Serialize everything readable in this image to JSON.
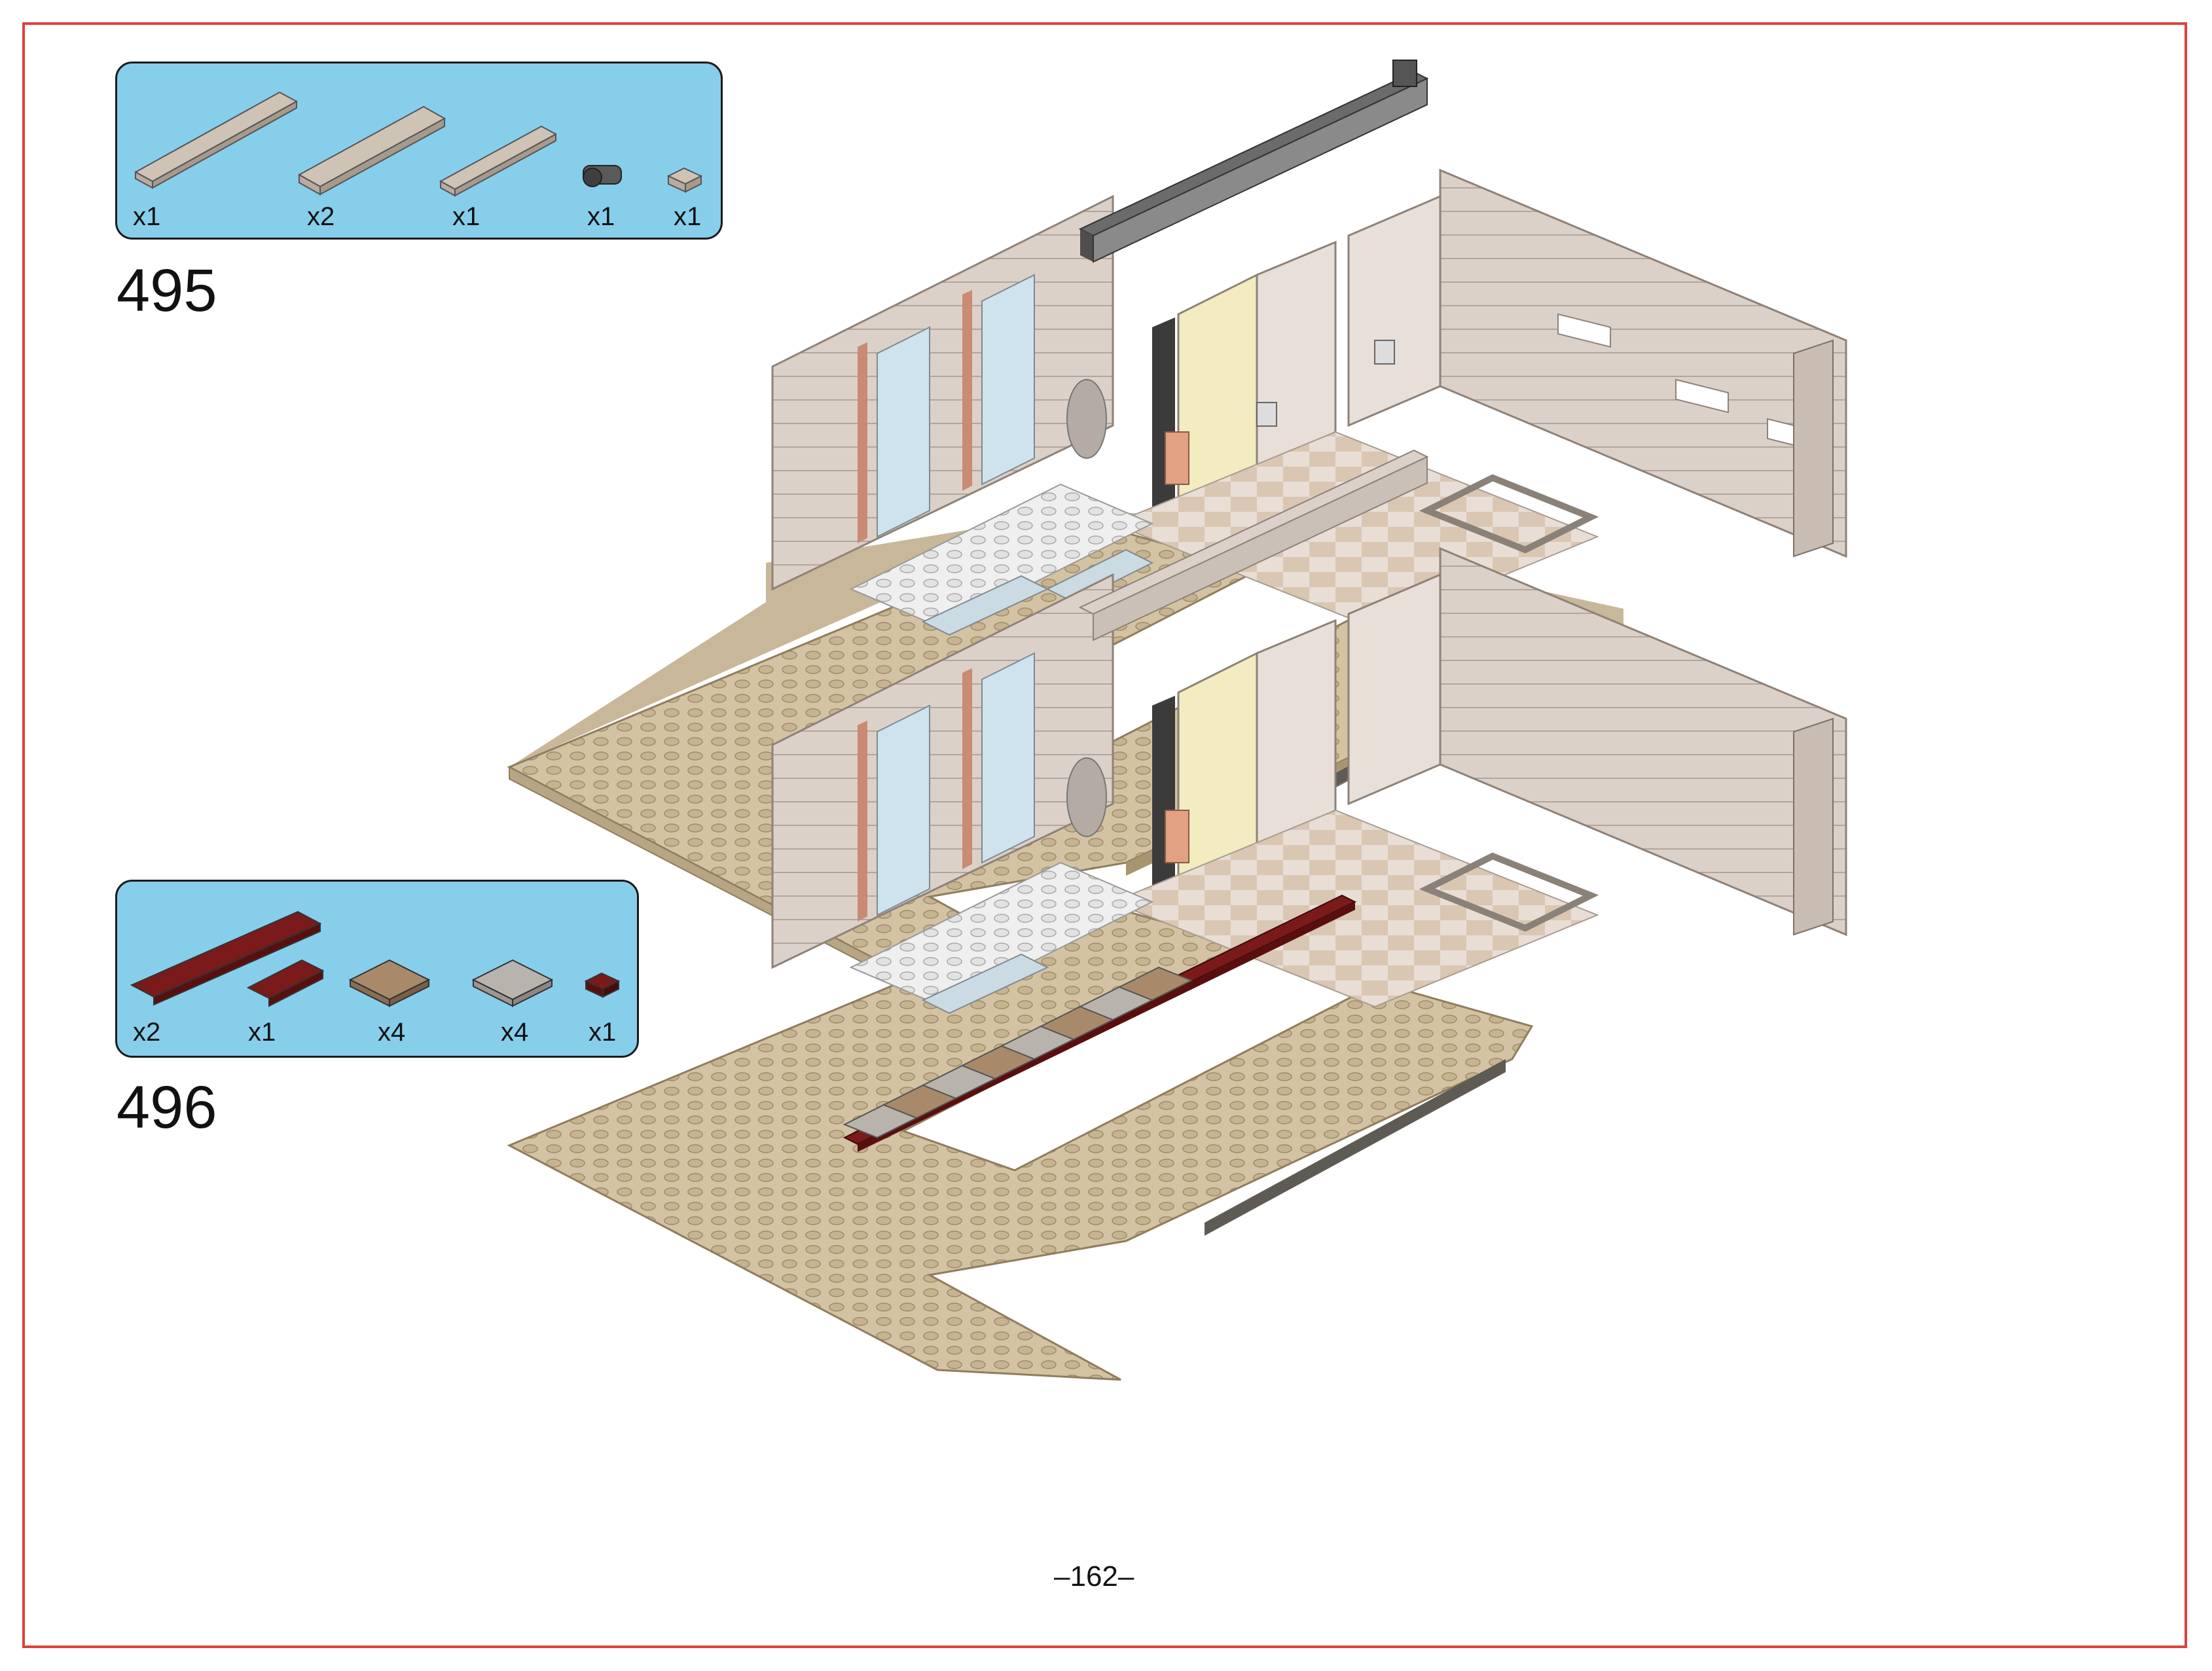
{
  "page_number": "–162–",
  "colors": {
    "frame": "#e0403c",
    "parts_box_bg": "#87ceeb",
    "base_tan": "#d4c3a3",
    "wall_light": "#dcd1c9",
    "floor_white": "#eeeeee",
    "dark_red": "#7a1a1a",
    "dark_tan": "#a88a6a",
    "light_gray": "#b8b3ad",
    "dark_gray": "#6b6b6b"
  },
  "steps": [
    {
      "number": "495",
      "parts": [
        {
          "icon": "light-gray-plate-1x10-icon",
          "qty": "x1"
        },
        {
          "icon": "light-gray-rail-plate-1x8-icon",
          "qty": "x2"
        },
        {
          "icon": "light-gray-plate-1x6-icon",
          "qty": "x1"
        },
        {
          "icon": "dark-gray-clip-icon",
          "qty": "x1"
        },
        {
          "icon": "light-gray-plate-1x1-icon",
          "qty": "x1"
        }
      ]
    },
    {
      "number": "496",
      "parts": [
        {
          "icon": "dark-red-plate-1x8-icon",
          "qty": "x2"
        },
        {
          "icon": "dark-red-plate-1x3-icon",
          "qty": "x1"
        },
        {
          "icon": "dark-tan-tile-2x2-icon",
          "qty": "x4"
        },
        {
          "icon": "light-gray-tile-2x2-icon",
          "qty": "x4"
        },
        {
          "icon": "dark-red-plate-1x1-icon",
          "qty": "x1"
        }
      ]
    }
  ]
}
